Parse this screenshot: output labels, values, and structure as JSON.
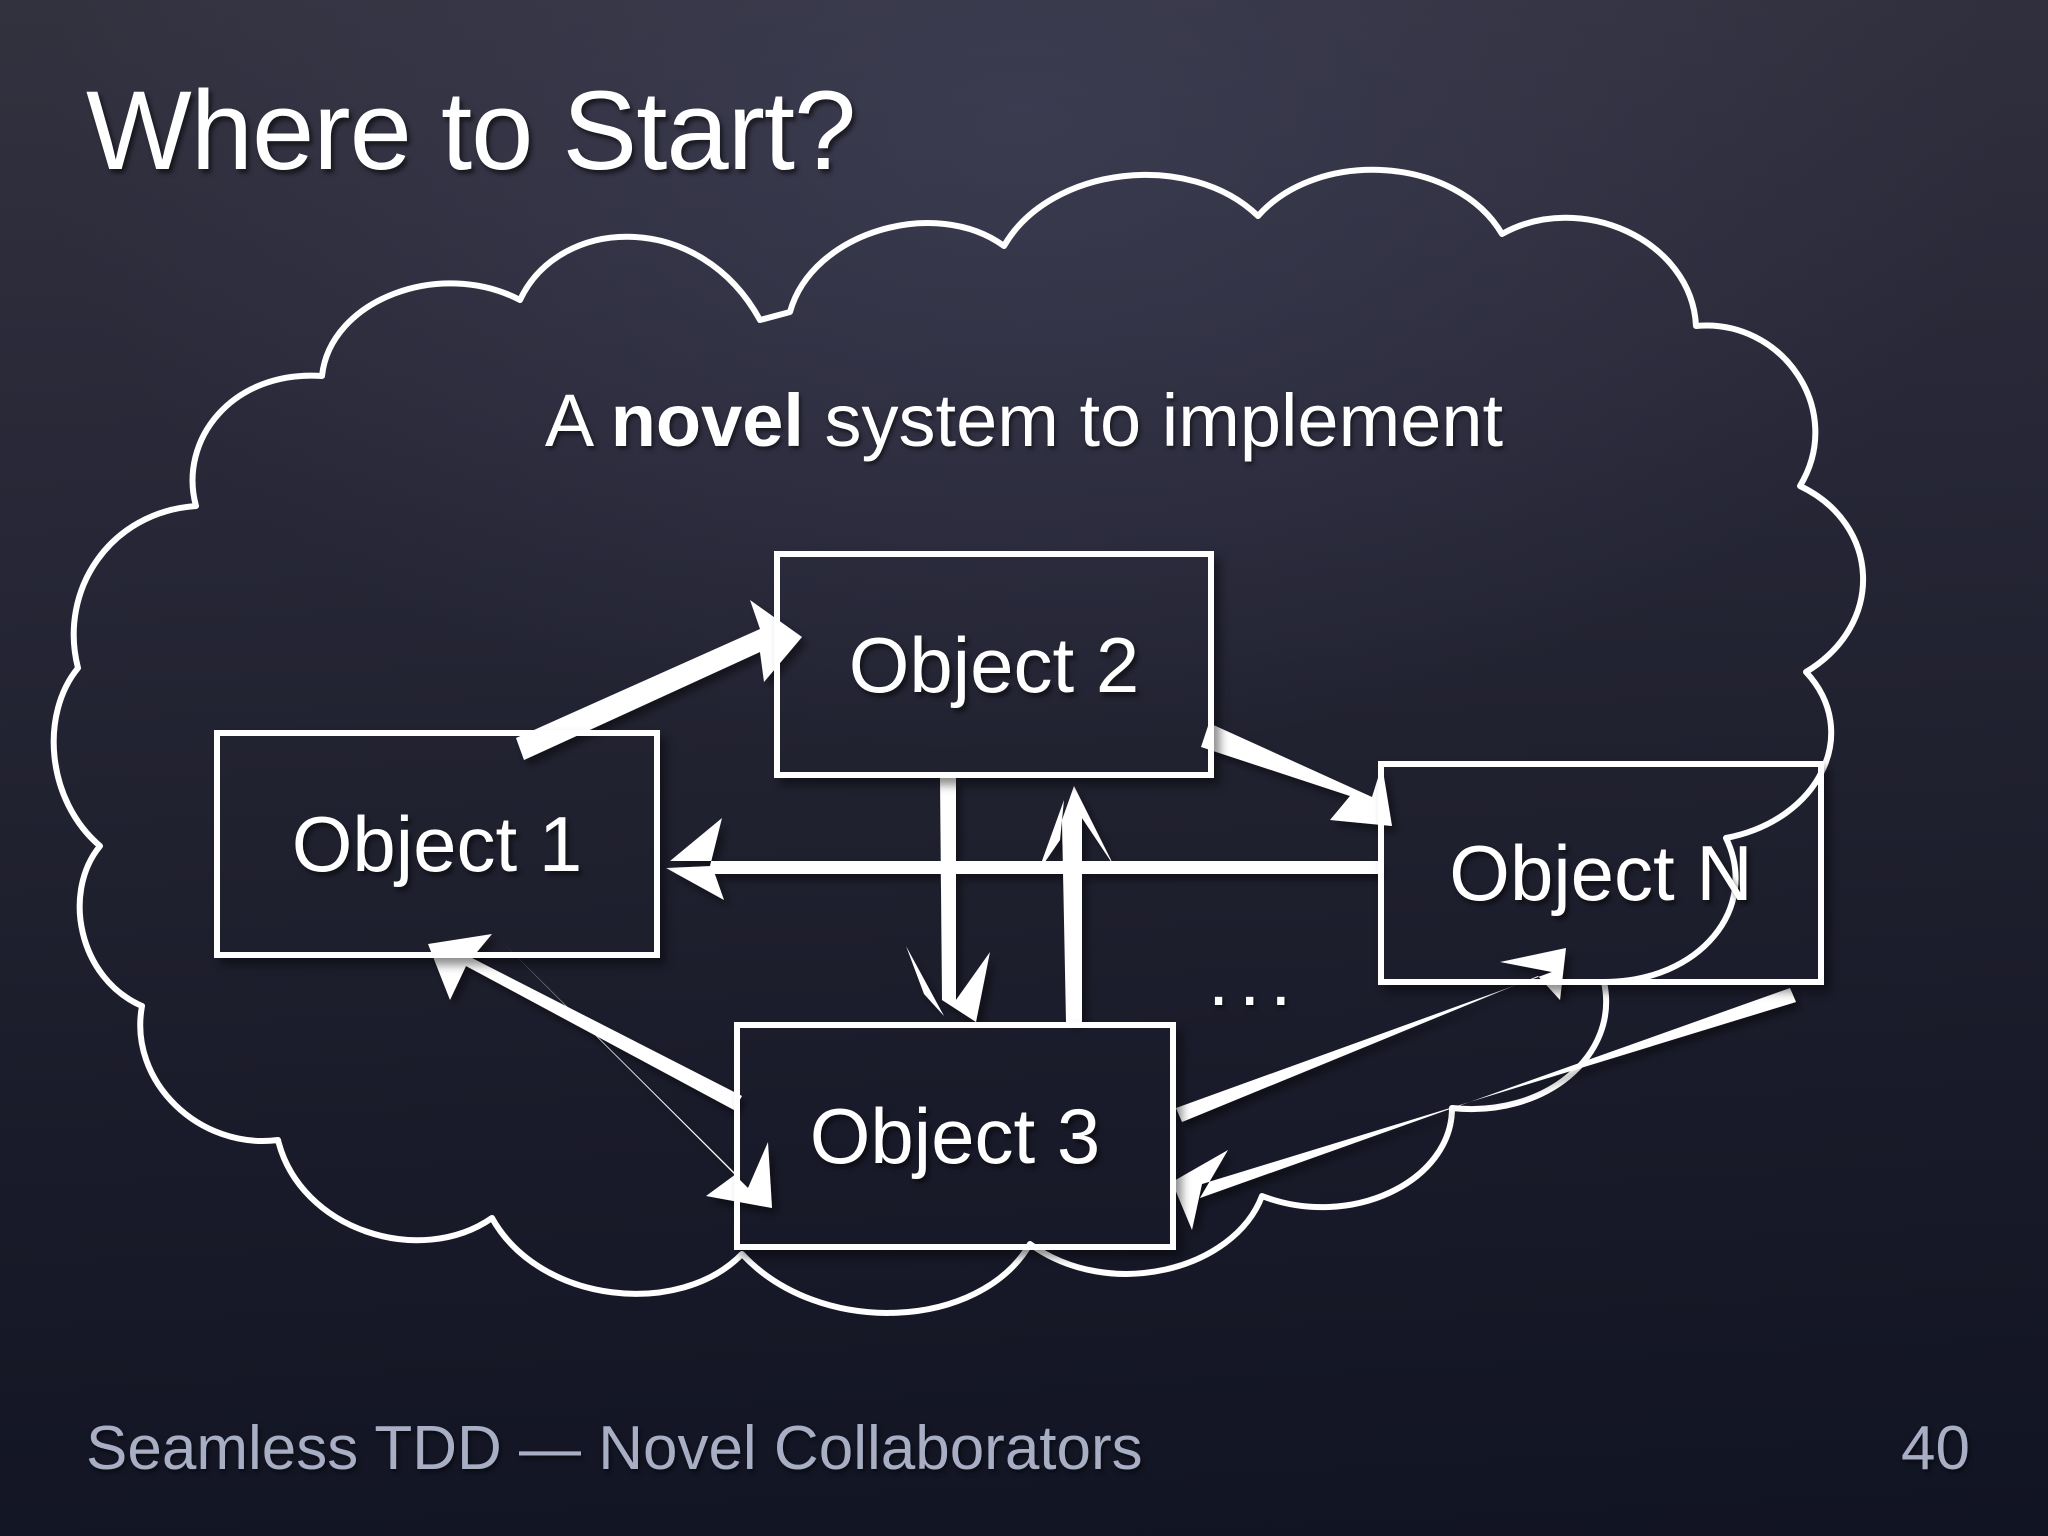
{
  "slide": {
    "title": "Where to Start?",
    "background_top_color": "#32323f",
    "background_bottom_color": "#111423",
    "accent_color": "#ffffff",
    "footer_color": "#a8aec4"
  },
  "cloud": {
    "caption_prefix": "A ",
    "caption_emphasis": "novel",
    "caption_suffix": " system to implement",
    "stroke_color": "#ffffff"
  },
  "diagram": {
    "ellipsis": "...",
    "nodes": [
      {
        "id": "obj1",
        "label": "Object 1"
      },
      {
        "id": "obj2",
        "label": "Object 2"
      },
      {
        "id": "obj3",
        "label": "Object 3"
      },
      {
        "id": "objn",
        "label": "Object N"
      }
    ],
    "edges": [
      {
        "from": "obj1",
        "to": "obj2",
        "style": "single-arrow-diagonal-up-right"
      },
      {
        "from": "obj2",
        "to": "objn",
        "style": "single-arrow-diagonal-down-right"
      },
      {
        "from": "objn",
        "to": "obj1",
        "style": "single-arrow-horizontal-left"
      },
      {
        "from": "obj2",
        "to": "obj3",
        "style": "single-arrow-vertical-down"
      },
      {
        "from": "obj3",
        "to": "obj2",
        "style": "single-arrow-vertical-up"
      },
      {
        "from": "obj1",
        "to": "obj3",
        "style": "single-arrow-diagonal-down-right"
      },
      {
        "from": "obj3",
        "to": "obj1",
        "style": "single-arrow-diagonal-up-left"
      },
      {
        "from": "obj3",
        "to": "objn",
        "style": "single-arrow-diagonal-up-right"
      },
      {
        "from": "objn",
        "to": "obj3",
        "style": "single-arrow-diagonal-down-left"
      }
    ]
  },
  "footer": {
    "text": "Seamless TDD — Novel Collaborators",
    "page_number": "40"
  }
}
